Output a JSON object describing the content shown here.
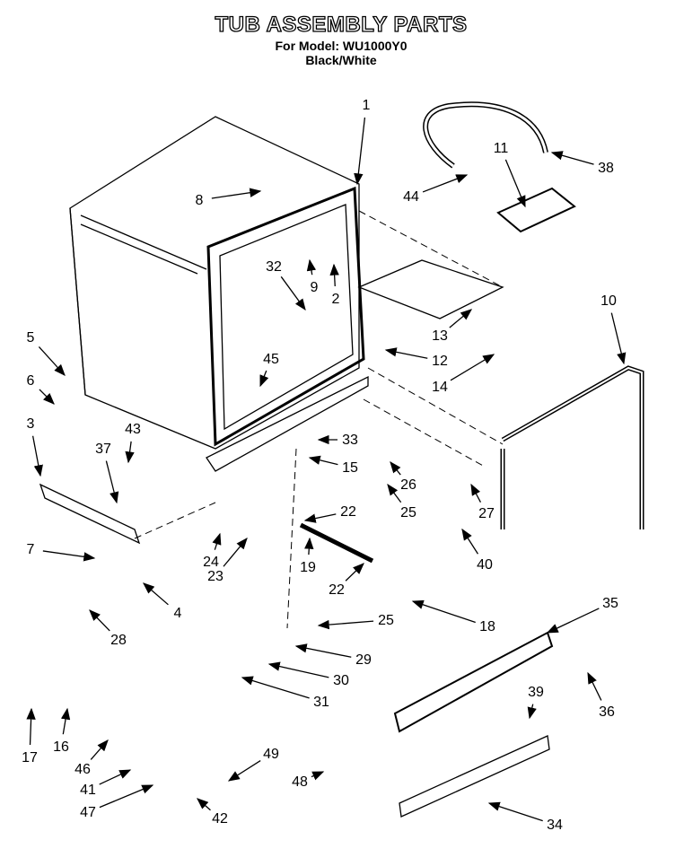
{
  "header": {
    "title": "TUB ASSEMBLY PARTS",
    "model_line": "For Model: WU1000Y0",
    "color_line": "Black/White"
  },
  "diagram": {
    "style": "black line-art exploded parts view",
    "callouts": [
      "1",
      "8",
      "44",
      "11",
      "38",
      "32",
      "9",
      "2",
      "10",
      "13",
      "5",
      "45",
      "12",
      "14",
      "6",
      "3",
      "43",
      "37",
      "33",
      "15",
      "26",
      "25",
      "27",
      "22",
      "7",
      "24",
      "23",
      "19",
      "22",
      "40",
      "4",
      "18",
      "35",
      "28",
      "25",
      "29",
      "30",
      "31",
      "39",
      "36",
      "17",
      "16",
      "46",
      "49",
      "41",
      "48",
      "47",
      "42",
      "34"
    ]
  }
}
